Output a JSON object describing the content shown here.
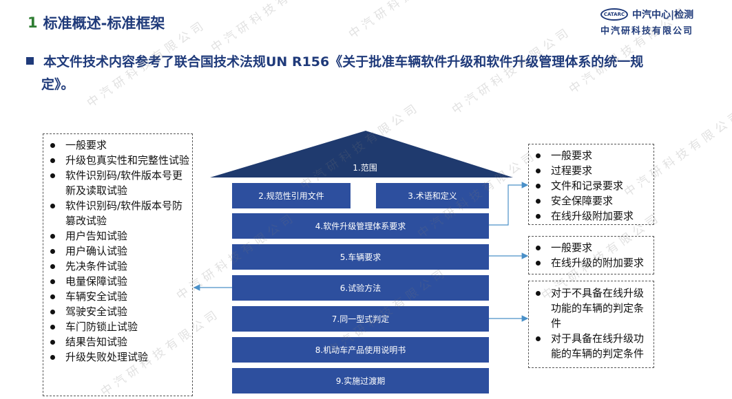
{
  "header": {
    "section_number": "1",
    "title": "标准概述-标准框架"
  },
  "logo": {
    "badge": "CATARC",
    "name": "中汽中心|检测",
    "company": "中汽研科技有限公司"
  },
  "intro": {
    "line1": "本文件技术内容参考了联合国技术法规UN R156《关于批准车辆软件升级和软件升级管理体系的统一规",
    "line2": "定》。"
  },
  "left_list": {
    "items": [
      "一般要求",
      "升级包真实性和完整性试验",
      "软件识别码/软件版本号更新及读取试验",
      "软件识别码/软件版本号防篡改试验",
      "用户告知试验",
      "用户确认试验",
      "先决条件试验",
      "电量保障试验",
      "车辆安全试验",
      "驾驶安全试验",
      "车门防锁止试验",
      "结果告知试验",
      "升级失败处理试验"
    ]
  },
  "framework": {
    "roof": "1.范围",
    "box2": "2.规范性引用文件",
    "box3": "3.术语和定义",
    "box4": "4.软件升级管理体系要求",
    "box5": "5.车辆要求",
    "box6": "6.试验方法",
    "box7": "7.同一型式判定",
    "box8": "8.机动车产品使用说明书",
    "box9": "9.实施过渡期"
  },
  "right_box1": {
    "items": [
      "一般要求",
      "过程要求",
      "文件和记录要求",
      "安全保障要求",
      "在线升级附加要求"
    ]
  },
  "right_box2": {
    "items": [
      "一般要求",
      "在线升级的附加要求"
    ]
  },
  "right_box3": {
    "items": [
      "对于不具备在线升级功能的车辆的判定条件",
      "对于具备在线升级功能的车辆的判定条件"
    ]
  },
  "watermark": {
    "text": "中汽研科技有限公司"
  },
  "colors": {
    "box_blue": "#2d4f9e",
    "roof_blue": "#1f3a6e",
    "title_blue": "#1f3a7a",
    "arrow_blue": "#4a90c8"
  }
}
